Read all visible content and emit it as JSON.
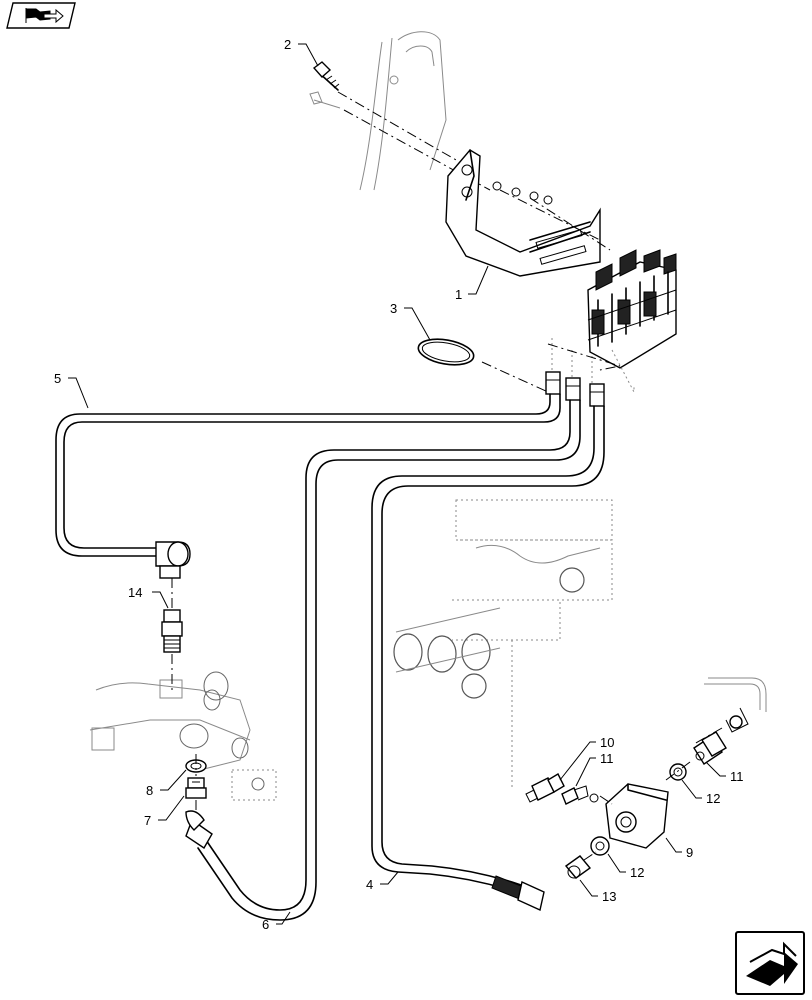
{
  "nav": {
    "top_left_icon": "section-flag-icon",
    "bottom_right_icon": "next-page-arrow-icon"
  },
  "callouts": {
    "c1": "1",
    "c2": "2",
    "c3": "3",
    "c4": "4",
    "c5": "5",
    "c6": "6",
    "c7": "7",
    "c8": "8",
    "c9": "9",
    "c10": "10",
    "c11a": "11",
    "c11b": "11",
    "c12a": "12",
    "c12b": "12",
    "c13": "13",
    "c14": "14"
  }
}
